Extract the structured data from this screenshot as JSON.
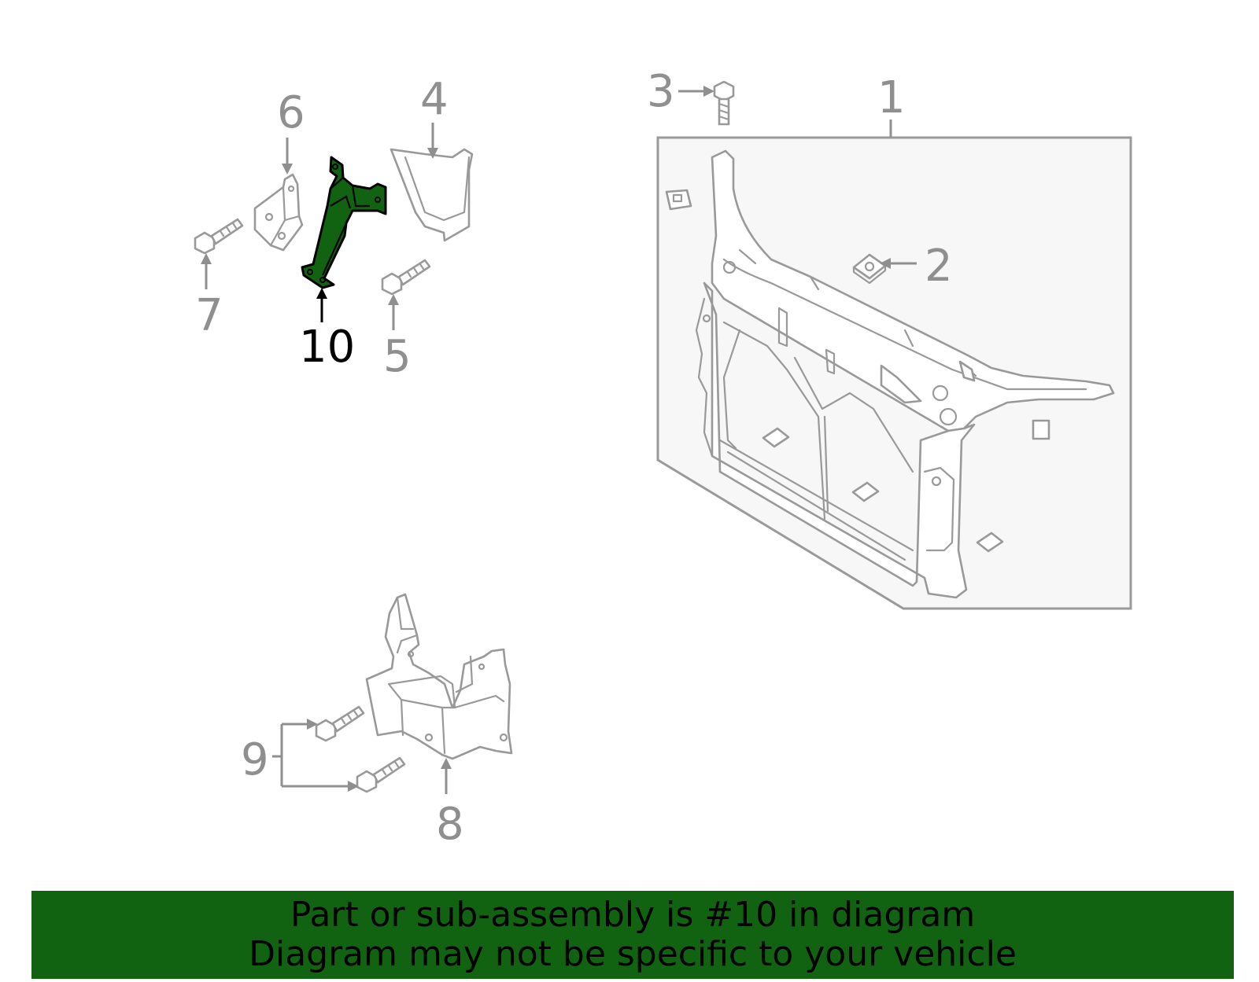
{
  "callouts": {
    "c1": "1",
    "c2": "2",
    "c3": "3",
    "c4": "4",
    "c5": "5",
    "c6": "6",
    "c7": "7",
    "c8": "8",
    "c9": "9",
    "c10": "10"
  },
  "highlighted_part": "10",
  "colors": {
    "highlight_fill": "#116311",
    "outline": "#999999",
    "label_gray": "#8f8f8f",
    "label_active": "#000000",
    "banner_bg": "#116311",
    "box_fill": "#f7f7f7"
  },
  "banner": {
    "line1": "Part or sub-assembly is #10 in diagram",
    "line2": "Diagram may not be specific to your vehicle"
  }
}
